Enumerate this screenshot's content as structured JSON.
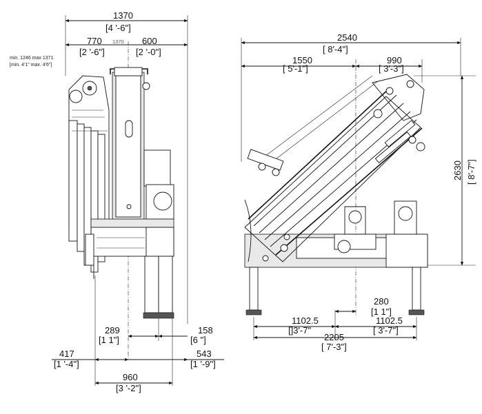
{
  "front_view": {
    "overall_width": {
      "mm": "1370",
      "ft": "[4 '-6\"]"
    },
    "left_span": {
      "mm": "770",
      "ft": "[2 '-6\"]"
    },
    "right_span": {
      "mm": "600",
      "ft": "[2 '-0\"]"
    },
    "center_small": "1370",
    "adjust_note_1": "min. 1246 max 1371",
    "adjust_note_2": "[min. 4'1\" max. 4'6\"]",
    "offset_289": {
      "mm": "289",
      "ft": "[1 1\"]"
    },
    "offset_158": {
      "mm": "158",
      "ft": "[6 \"]"
    },
    "offset_417": {
      "mm": "417",
      "ft": "[1 '-4\"]"
    },
    "offset_543": {
      "mm": "543",
      "ft": "[1 '-9\"]"
    },
    "base_width": {
      "mm": "960",
      "ft": "[3 '-2\"]"
    }
  },
  "side_view": {
    "overall_length": {
      "mm": "2540",
      "ft": "[ 8'-4\"]"
    },
    "left_part": {
      "mm": "1550",
      "ft": "[ 5'-1\"]"
    },
    "right_part": {
      "mm": "990",
      "ft": "[ 3'-3\"]"
    },
    "height": {
      "mm": "2630",
      "ft": "[ 8'-7\"]"
    },
    "center_offset": {
      "mm": "280",
      "ft": "[1 1\"]"
    },
    "leg_left": {
      "mm": "1102.5",
      "ft": "[]3'-7\""
    },
    "leg_right": {
      "mm": "1102.5",
      "ft": "[ 3'-7\"]"
    },
    "leg_total": {
      "mm": "2205",
      "ft": "[ 7'-3\"]"
    }
  }
}
